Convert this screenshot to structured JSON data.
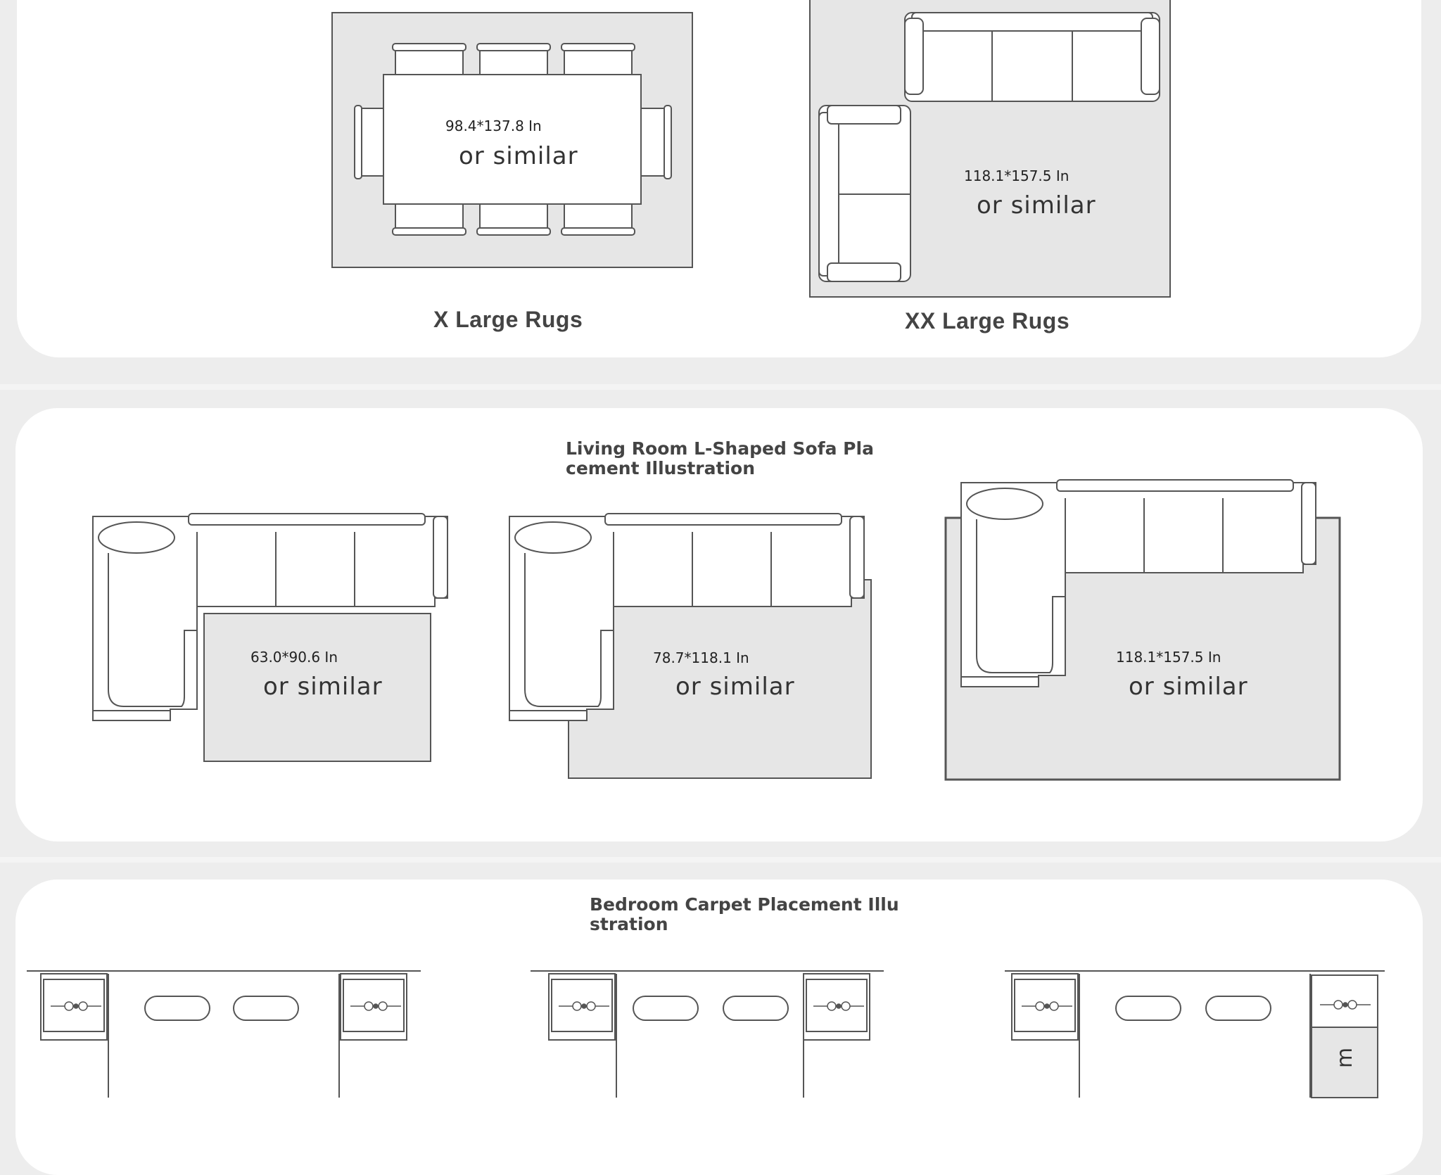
{
  "top_section": {
    "left_rug": {
      "size": "98.4*137.8 In",
      "note": "or similar",
      "caption": "X  Large Rugs"
    },
    "right_rug": {
      "size": "118.1*157.5 In",
      "note": "or similar",
      "caption": "XX  Large Rugs"
    }
  },
  "living_room": {
    "title": "Living Room L-Shaped Sofa Placement Illustration",
    "rugs": [
      {
        "size": "63.0*90.6 In",
        "note": "or similar"
      },
      {
        "size": "78.7*118.1 In",
        "note": "or similar"
      },
      {
        "size": "118.1*157.5 In",
        "note": "or similar"
      }
    ]
  },
  "bedroom": {
    "title": "Bedroom Carpet Placement Illustration",
    "partial_glyph": "m"
  },
  "colors": {
    "background": "#ededed",
    "panel": "#ffffff",
    "rug_fill": "#e6e6e6",
    "line": "#555555"
  }
}
